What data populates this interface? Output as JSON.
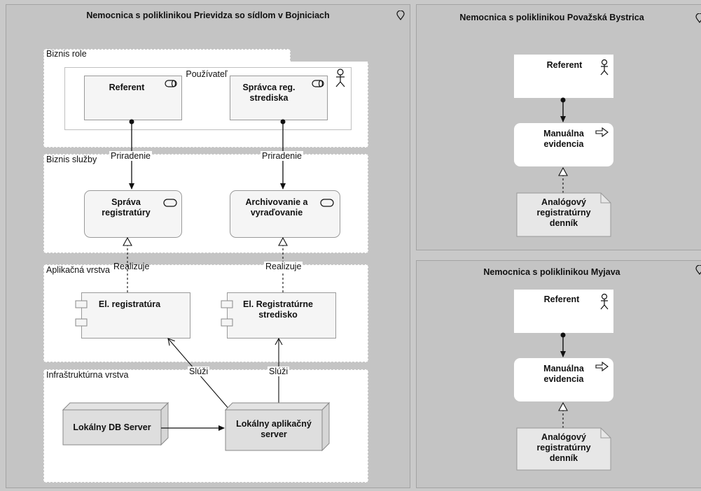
{
  "panels": {
    "prievidza": {
      "title": "Nemocnica s poliklinikou Prievidza so sídlom v Bojniciach",
      "layers": {
        "business_roles": "Biznis role",
        "business_services": "Biznis služby",
        "application": "Aplikačná vrstva",
        "infrastructure": "Infraštruktúrna vrstva"
      },
      "actor_group_label": "Používateľ",
      "roles": [
        "Referent",
        "Správca reg. strediska"
      ],
      "services": [
        "Správa registratúry",
        "Archivovanie a vyraďovanie"
      ],
      "components": [
        "El. registratúra",
        "El. Registratúrne stredisko"
      ],
      "nodes": [
        "Lokálny DB Server",
        "Lokálny aplikačný server"
      ],
      "relations": {
        "assignment_left": "Priradenie",
        "assignment_right": "Priradenie",
        "realization_left": "Realizuje",
        "realization_right": "Realizuje",
        "serving_left": "Slúži",
        "serving_right": "Slúži"
      }
    },
    "povazska": {
      "title": "Nemocnica s poliklinikou Považská Bystrica",
      "actor": "Referent",
      "process": "Manuálna evidencia",
      "artifact": "Analógový registratúrny denník"
    },
    "myjava": {
      "title": "Nemocnica s poliklinikou Myjava",
      "actor": "Referent",
      "process": "Manuálna evidencia",
      "artifact": "Analógový registratúrny denník"
    }
  },
  "colors": {
    "background": "#c9c9c9",
    "panel": "#c4c4c4",
    "group": "#ffffff",
    "element": "#f5f5f5",
    "line": "#111111"
  },
  "icons": [
    "location-pin-icon",
    "actor-icon",
    "role-icon",
    "service-icon",
    "component-icon",
    "node-icon",
    "process-arrow-icon",
    "artifact-icon"
  ]
}
